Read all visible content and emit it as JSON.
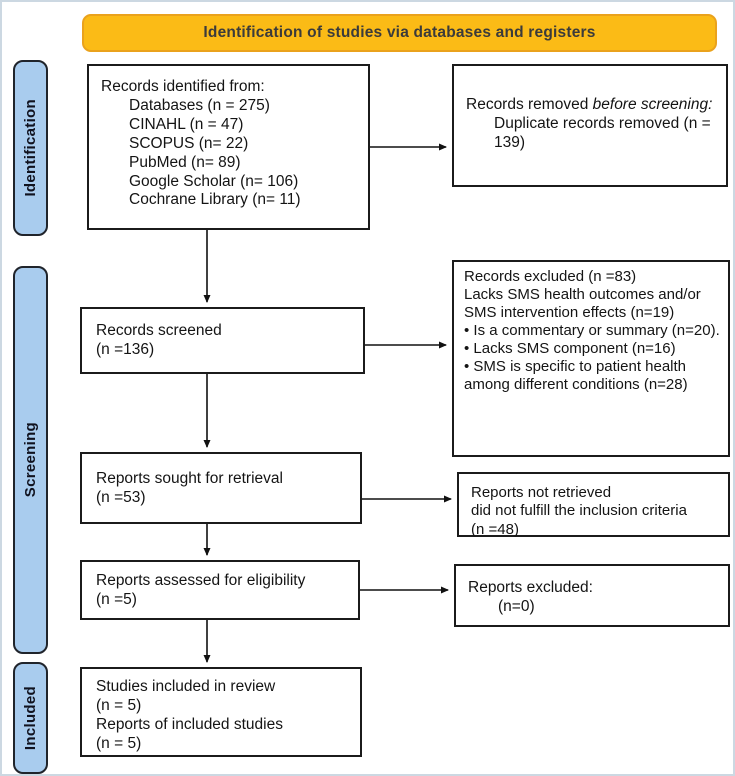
{
  "banner": {
    "title": "Identification of studies via databases and registers"
  },
  "stages": {
    "identification": "Identification",
    "screening": "Screening",
    "included": "Included"
  },
  "colors": {
    "banner_bg": "#FBBB16",
    "banner_border": "#EAA21C",
    "stage_bg": "#A9CCEE",
    "box_border": "#1B1B1B"
  },
  "boxes": {
    "records_identified": {
      "title": "Records identified from:",
      "items": [
        "Databases (n = 275)",
        "CINAHL (n = 47)",
        "SCOPUS (n= 22)",
        "PubMed (n= 89)",
        "Google Scholar (n= 106)",
        "Cochrane Library (n= 11)"
      ]
    },
    "records_removed": {
      "prefix": "Records removed ",
      "italic_part": "before screening",
      "suffix": ":",
      "detail": "Duplicate records removed (n = 139)"
    },
    "records_screened": {
      "line1": "Records screened",
      "line2": "(n =136)"
    },
    "records_excluded": {
      "lines": [
        "Records excluded (n =83)",
        " Lacks SMS health outcomes and/or SMS intervention effects (n=19)",
        "• Is a commentary or summary (n=20).",
        "• Lacks SMS component (n=16)",
        "• SMS is specific to patient health among different conditions (n=28)"
      ]
    },
    "reports_sought": {
      "line1": "Reports sought for retrieval",
      "line2": "(n =53)"
    },
    "reports_not_retrieved": {
      "lines": [
        "Reports not retrieved",
        "did not fulfill the inclusion criteria",
        "(n =48)"
      ]
    },
    "reports_assessed": {
      "line1": "Reports assessed for eligibility",
      "line2": "(n =5)"
    },
    "reports_excluded": {
      "line1": "Reports excluded:",
      "line2": "(n=0)"
    },
    "studies_included": {
      "lines": [
        "Studies included in review",
        "(n = 5)",
        "Reports of included studies",
        "(n = 5)"
      ]
    }
  }
}
